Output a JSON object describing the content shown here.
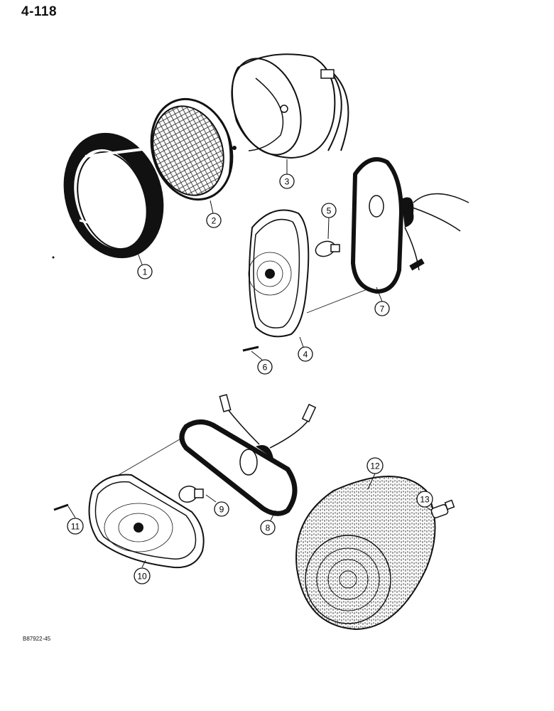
{
  "page_number": "4-118",
  "figure_code": "B87922-45",
  "callouts": [
    {
      "label": "1",
      "part": "headlight-retainer-ring"
    },
    {
      "label": "2",
      "part": "sealed-beam-lamp"
    },
    {
      "label": "3",
      "part": "headlight-housing"
    },
    {
      "label": "4",
      "part": "upper-lens"
    },
    {
      "label": "5",
      "part": "upper-bulb"
    },
    {
      "label": "6",
      "part": "upper-lens-screw"
    },
    {
      "label": "7",
      "part": "upper-lamp-housing"
    },
    {
      "label": "8",
      "part": "lower-lamp-housing"
    },
    {
      "label": "9",
      "part": "lower-bulb"
    },
    {
      "label": "10",
      "part": "lower-lens"
    },
    {
      "label": "11",
      "part": "lower-lens-screw"
    },
    {
      "label": "12",
      "part": "round-lamp-lens"
    },
    {
      "label": "13",
      "part": "wedge-bulb"
    }
  ]
}
